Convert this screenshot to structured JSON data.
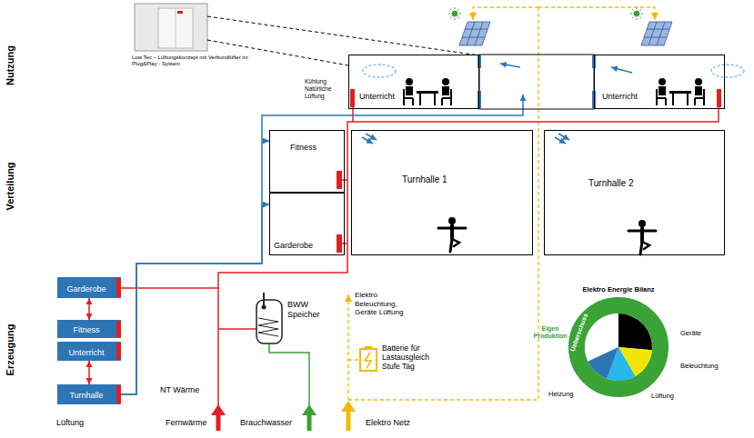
{
  "diagram": {
    "nodes": [
      {
        "text": [
          "Unterricht"
        ]
      },
      {
        "text": [
          "Unterricht"
        ]
      },
      {
        "text": [
          "Fitness"
        ]
      },
      {
        "text": [
          "Garderobe"
        ]
      },
      {
        "text": [
          "Turnhalle 1"
        ]
      },
      {
        "text": [
          "Turnhalle 2"
        ]
      },
      {
        "text": [
          "Garderobe"
        ]
      },
      {
        "text": [
          "Fitness"
        ]
      },
      {
        "text": [
          "Unterricht"
        ]
      },
      {
        "text": [
          "Turnhalle"
        ]
      }
    ],
    "edges": [
      {
        "from": 9,
        "to": 2,
        "arrow": "to"
      },
      {
        "from": 9,
        "to": 3,
        "arrow": "to"
      },
      {
        "from": 6,
        "to": 7,
        "arrow": "both"
      },
      {
        "from": 8,
        "to": 9,
        "arrow": "both"
      }
    ],
    "labels": [
      "Nutzung",
      "Verteilung",
      "Erzeugung",
      "Low Tec – Lüftungskonzept mit Verbundlüfter im Plug&Play - System",
      "Kühlung Natürliche Lüftung",
      "BWW Speicher",
      "Elektro Beleuchtung, Geräte Lüftung",
      "Batterie für Lastausgleich Stufe Tag",
      "NT Wärme",
      "Lüftung",
      "Fernwärme",
      "Brauchwasser",
      "Elektro Netz",
      "Elektro Energie Bilanz",
      "Eigen Produktion",
      "Ueberschuss",
      "Geräte",
      "Beleuchtung",
      "Lüftung",
      "Heizung"
    ]
  }
}
